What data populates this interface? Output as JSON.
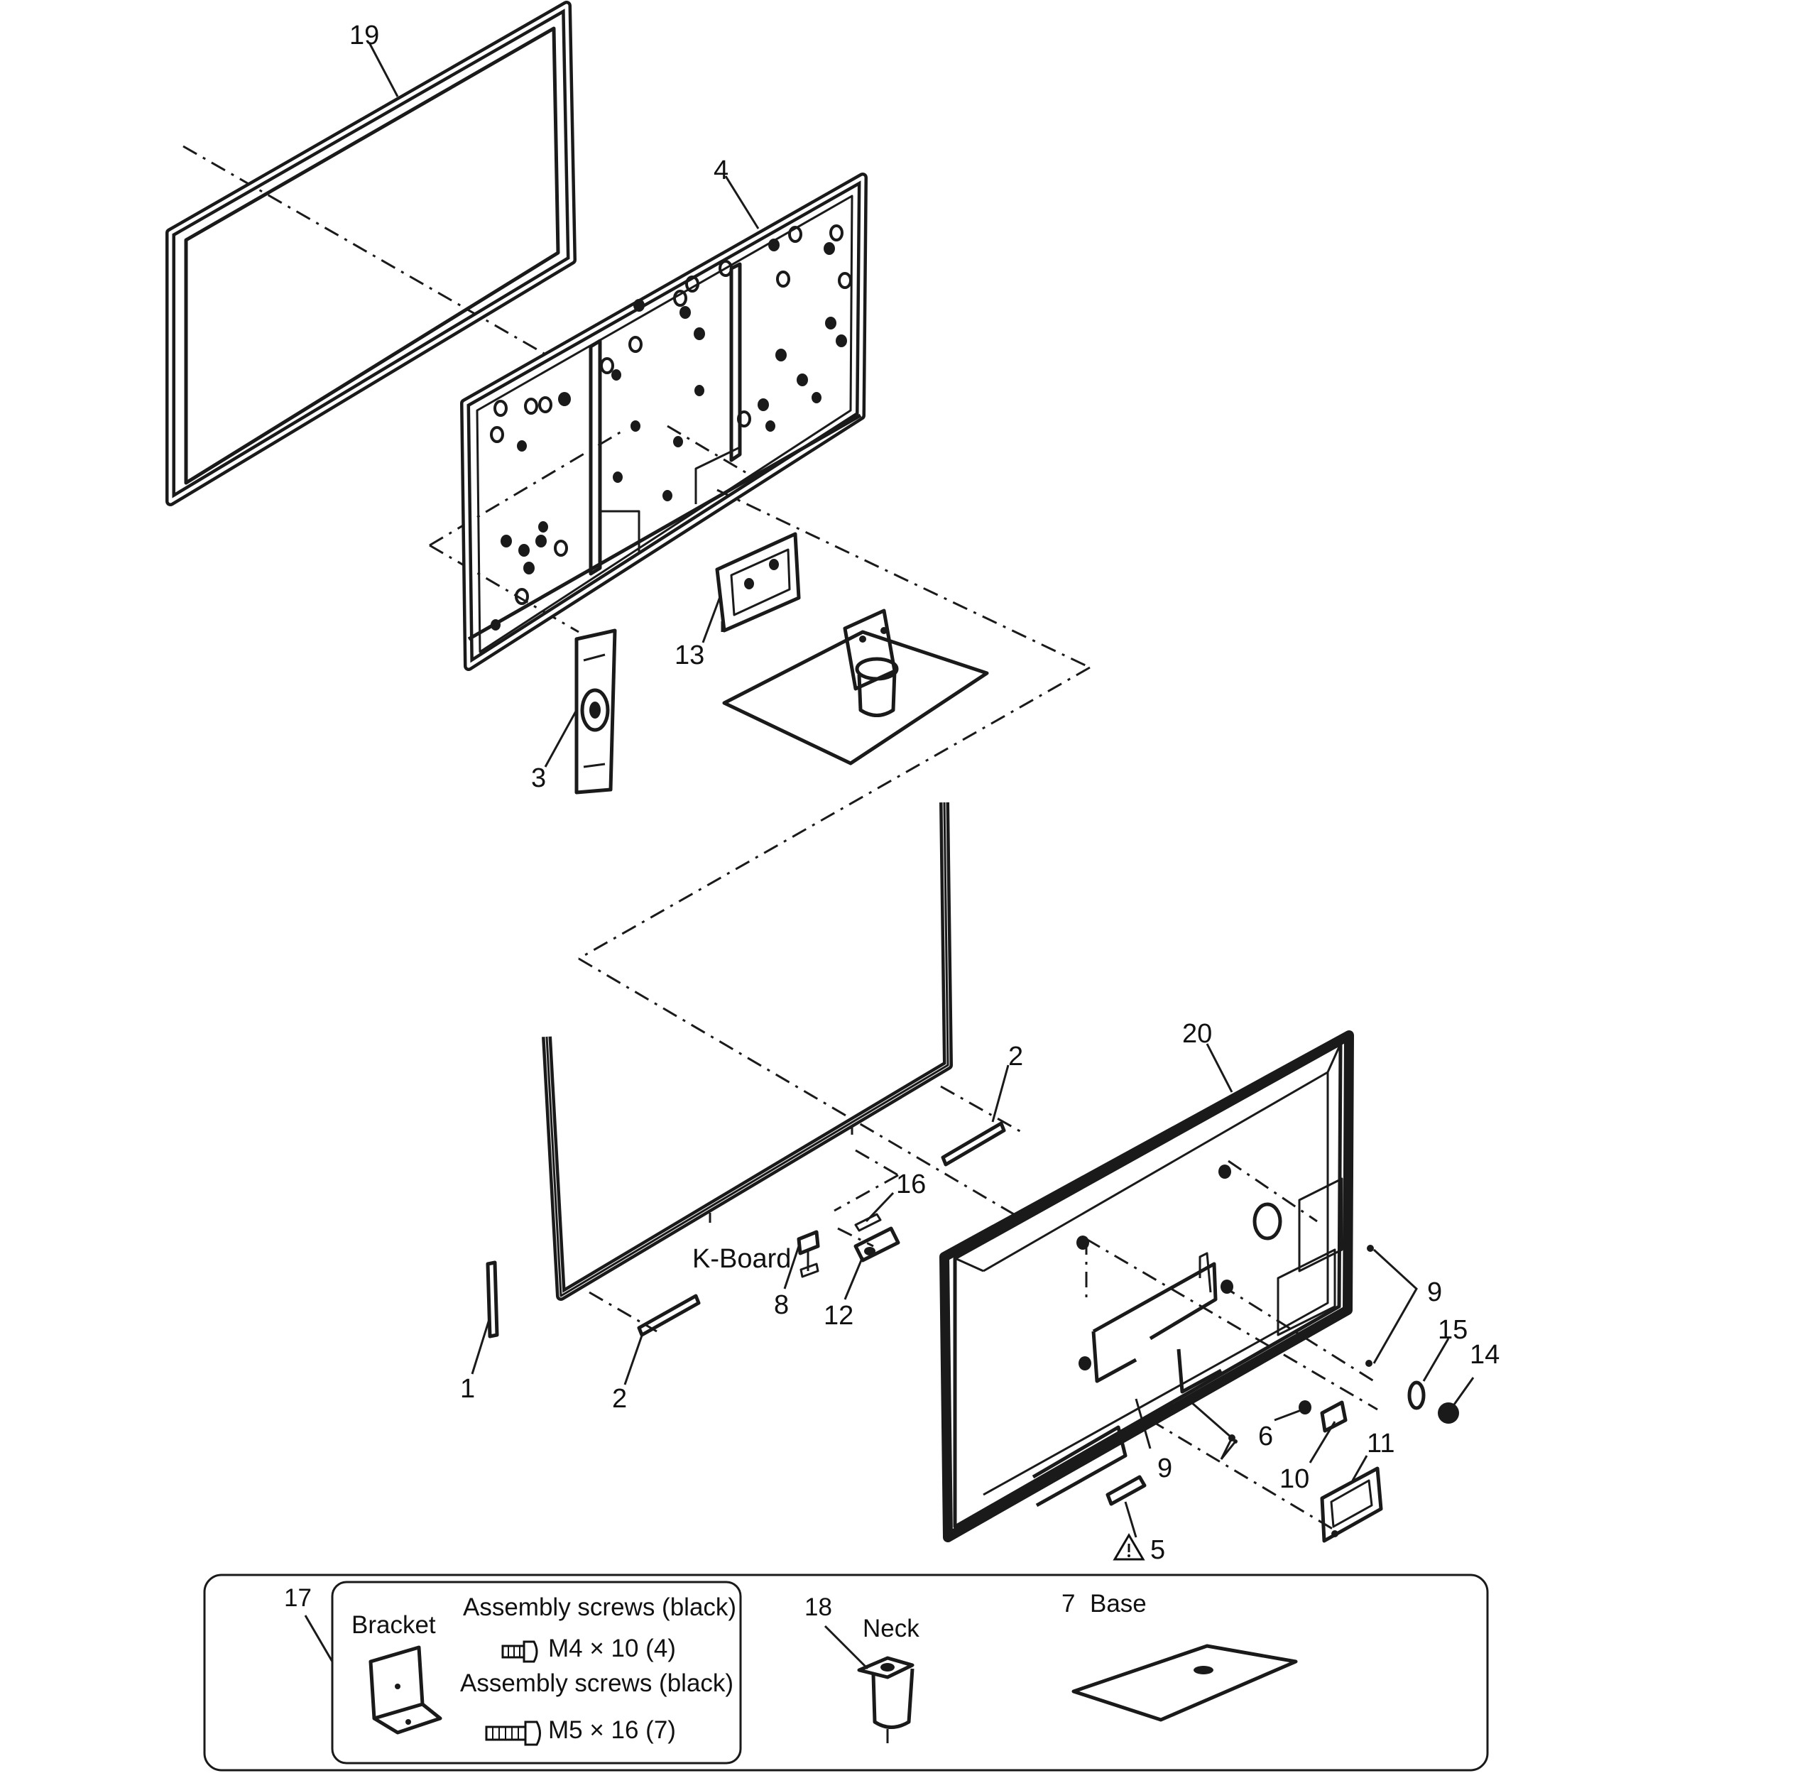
{
  "callouts": {
    "c1": "1",
    "c2a": "2",
    "c2b": "2",
    "c3": "3",
    "c4": "4",
    "c5": "5",
    "c6": "6",
    "c8": "8",
    "c9a": "9",
    "c9b": "9",
    "c10": "10",
    "c11": "11",
    "c12": "12",
    "c13": "13",
    "c14": "14",
    "c15": "15",
    "c16": "16",
    "c19": "19",
    "c20": "20",
    "k_board": "K-Board"
  },
  "accessories": {
    "num_17": "17",
    "bracket": "Bracket",
    "assembly_screws_1": "Assembly screws (black)",
    "screw_m4": "M4 × 10 (4)",
    "assembly_screws_2": "Assembly screws (black)",
    "screw_m5": "M5 × 16 (7)",
    "num_18": "18",
    "neck": "Neck",
    "num_7": "7",
    "base": "Base"
  },
  "icons": {
    "warning": "warning-triangle-icon"
  }
}
